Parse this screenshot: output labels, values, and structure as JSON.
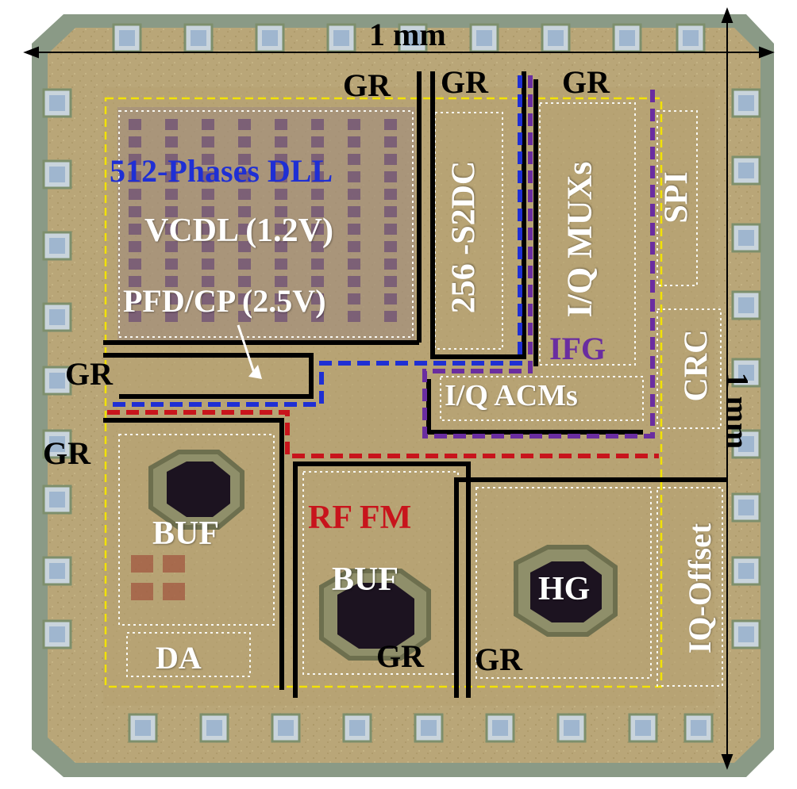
{
  "colors": {
    "die_background": "#b8a577",
    "pad": "#9fb6cf",
    "guard_ring": "#000000",
    "dll_boundary": "#1f2fd4",
    "ifg_boundary": "#6a2da0",
    "rf_fm_boundary": "#c8141c",
    "block_outline": "#f2e200"
  },
  "dimensions": {
    "width_label": "1 mm",
    "height_label": "1 mm"
  },
  "blocks": {
    "dll_title": "512-Phases DLL",
    "vcdl": "VCDL (1.2V)",
    "pfd_cp": "PFD/CP (2.5V)",
    "s2dc": "256 -S2DC",
    "iq_muxs": "I/Q MUXs",
    "spi": "SPI",
    "ifg": "IFG",
    "iq_acms": "I/Q ACMs",
    "crc": "CRC",
    "buf_left": "BUF",
    "da": "DA",
    "rf_fm": "RF FM",
    "buf_center": "BUF",
    "hg": "HG",
    "iq_offset": "IQ-Offset"
  },
  "guard_rings": {
    "gr_top_1": "GR",
    "gr_top_2": "GR",
    "gr_top_3": "GR",
    "gr_left_1": "GR",
    "gr_left_2": "GR",
    "gr_bottom_1": "GR",
    "gr_bottom_2": "GR"
  }
}
